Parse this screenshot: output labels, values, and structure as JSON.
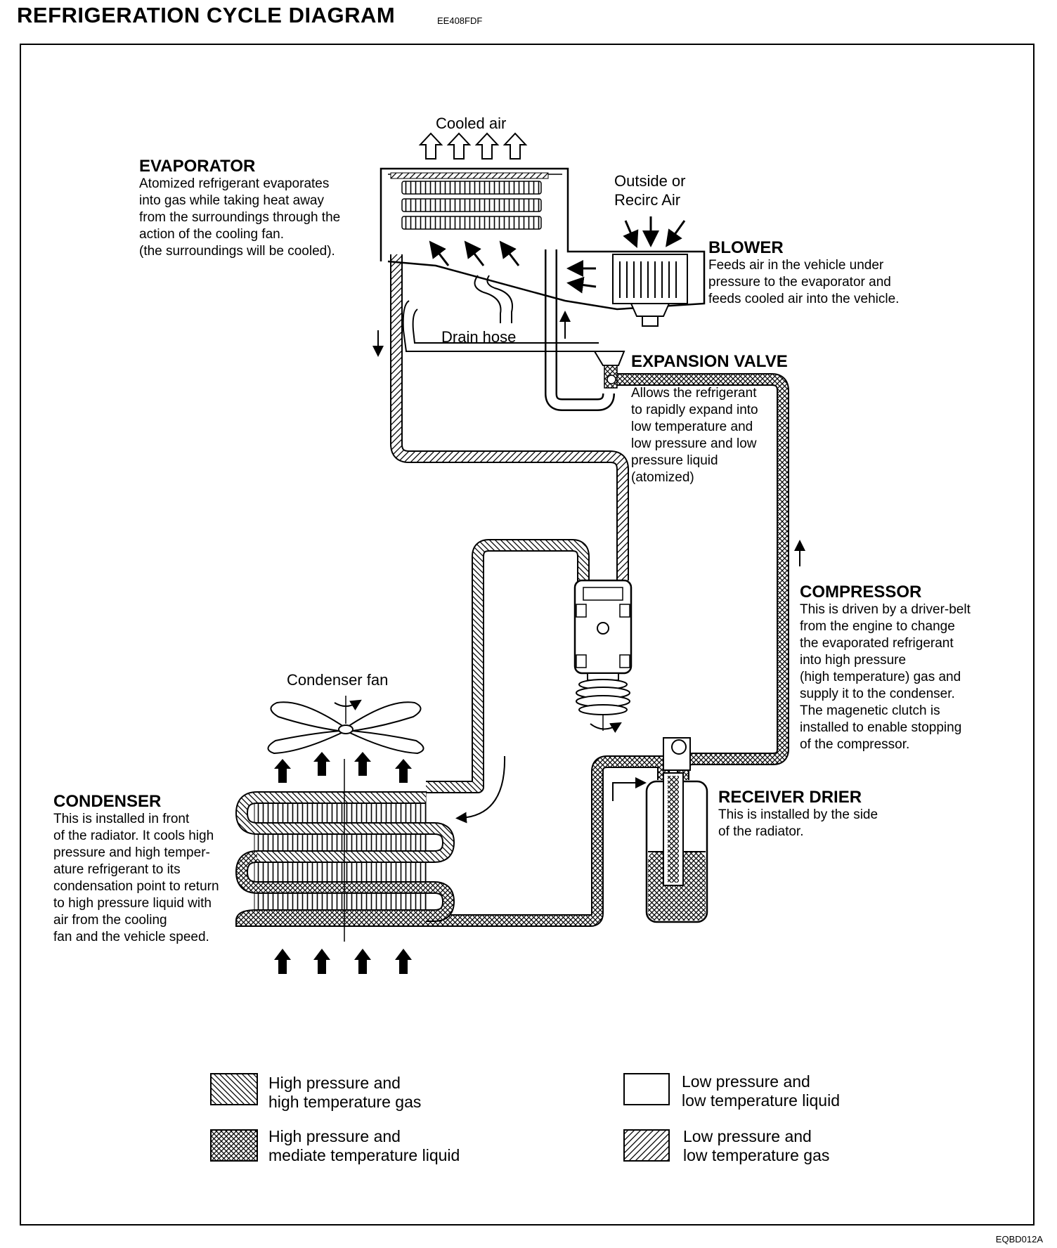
{
  "header": {
    "title": "REFRIGERATION CYCLE DIAGRAM",
    "doc_code": "EE408FDF",
    "figure_code": "EQBD012A"
  },
  "labels": {
    "cooled_air": "Cooled air",
    "outside_air": "Outside or\nRecirc Air",
    "drain_hose": "Drain hose",
    "condenser_fan": "Condenser fan"
  },
  "components": {
    "evaporator": {
      "title": "EVAPORATOR",
      "text": "Atomized refrigerant evaporates\ninto gas while taking heat away\nfrom the surroundings through the\naction of the cooling fan.\n(the surroundings will be cooled)."
    },
    "blower": {
      "title": "BLOWER",
      "text": "Feeds air in the vehicle under\npressure to the evaporator and\nfeeds cooled air into the vehicle."
    },
    "expansion_valve": {
      "title": "EXPANSION VALVE",
      "text": "Allows the refrigerant\nto rapidly expand into\nlow temperature and\nlow pressure and low\npressure liquid\n(atomized)"
    },
    "compressor": {
      "title": "COMPRESSOR",
      "text": "This is driven by a driver-belt\nfrom the engine to change\nthe evaporated refrigerant\ninto high pressure\n(high temperature) gas and\nsupply it to the condenser.\nThe magenetic clutch is\ninstalled to enable stopping\nof the compressor."
    },
    "condenser": {
      "title": "CONDENSER",
      "text": "This is installed in front\nof the radiator. It cools high\npressure and high temper-\nature refrigerant to its\ncondensation point to return\nto high pressure liquid with\nair from the cooling\nfan and the vehicle speed."
    },
    "receiver_drier": {
      "title": "RECEIVER DRIER",
      "text": "This is installed by the side\nof the radiator."
    }
  },
  "legend": [
    {
      "pattern": "hatch-back",
      "text": "High pressure and\nhigh temperature gas"
    },
    {
      "pattern": "crosshatch",
      "text": "High pressure and\nmediate temperature liquid"
    },
    {
      "pattern": "blank",
      "text": "Low pressure and\nlow temperature liquid"
    },
    {
      "pattern": "hatch-fwd",
      "text": "Low pressure and\nlow temperature gas"
    }
  ]
}
